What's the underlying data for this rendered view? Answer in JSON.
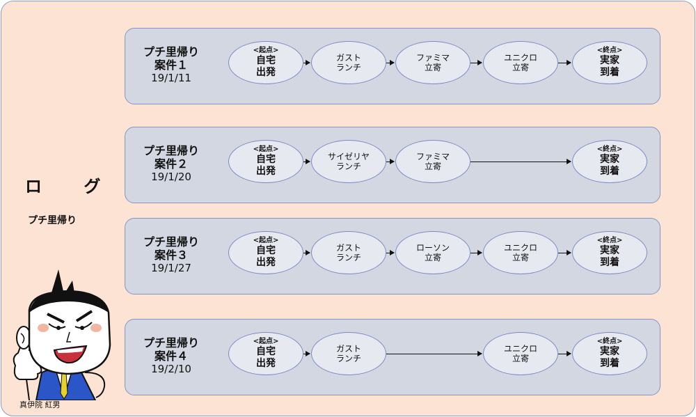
{
  "sidebar": {
    "title": "ロ グ",
    "subtitle": "プチ里帰り",
    "author": "真伊院 紅男"
  },
  "cases": [
    {
      "title": "プチ里帰り",
      "case": "案件１",
      "date": "19/1/11",
      "start": {
        "tag": "<起点>",
        "line1": "自宅",
        "line2": "出発"
      },
      "stops": [
        {
          "slot": 1,
          "line1": "ガスト",
          "line2": "ランチ"
        },
        {
          "slot": 2,
          "line1": "ファミマ",
          "line2": "立寄"
        },
        {
          "slot": 3,
          "line1": "ユニクロ",
          "line2": "立寄"
        }
      ],
      "end": {
        "tag": "<終点>",
        "line1": "実家",
        "line2": "到着"
      }
    },
    {
      "title": "プチ里帰り",
      "case": "案件２",
      "date": "19/1/20",
      "start": {
        "tag": "<起点>",
        "line1": "自宅",
        "line2": "出発"
      },
      "stops": [
        {
          "slot": 1,
          "line1": "サイゼリヤ",
          "line2": "ランチ"
        },
        {
          "slot": 2,
          "line1": "ファミマ",
          "line2": "立寄"
        }
      ],
      "end": {
        "tag": "<終点>",
        "line1": "実家",
        "line2": "到着"
      }
    },
    {
      "title": "プチ里帰り",
      "case": "案件３",
      "date": "19/1/27",
      "start": {
        "tag": "<起点>",
        "line1": "自宅",
        "line2": "出発"
      },
      "stops": [
        {
          "slot": 1,
          "line1": "ガスト",
          "line2": "ランチ"
        },
        {
          "slot": 2,
          "line1": "ローソン",
          "line2": "立寄"
        },
        {
          "slot": 3,
          "line1": "ユニクロ",
          "line2": "立寄"
        }
      ],
      "end": {
        "tag": "<終点>",
        "line1": "実家",
        "line2": "到着"
      }
    },
    {
      "title": "プチ里帰り",
      "case": "案件４",
      "date": "19/2/10",
      "start": {
        "tag": "<起点>",
        "line1": "自宅",
        "line2": "出発"
      },
      "stops": [
        {
          "slot": 1,
          "line1": "ガスト",
          "line2": "ランチ"
        },
        {
          "slot": 3,
          "line1": "ユニクロ",
          "line2": "立寄"
        }
      ],
      "end": {
        "tag": "<終点>",
        "line1": "実家",
        "line2": "到着"
      }
    }
  ],
  "colors": {
    "background": "#fde3d3",
    "card": "#d3d7e1",
    "node": "#e7e9f0",
    "border": "#7d8ac6"
  }
}
